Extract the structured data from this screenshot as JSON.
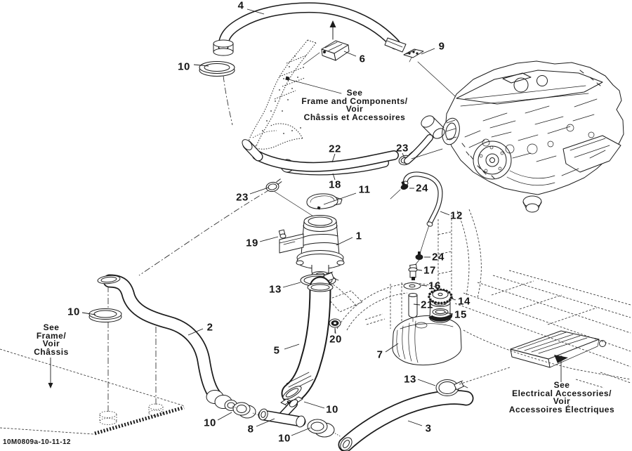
{
  "diagram": {
    "code": "10M0809a-10-11-12",
    "background_color": "#ffffff",
    "line_color": "#1c1c1c",
    "text_color": "#151515"
  },
  "notes": {
    "frame_components": {
      "lines": [
        "See",
        "Frame and Components/",
        "Voir",
        "Châssis et Accessoires"
      ]
    },
    "frame": {
      "lines": [
        "See",
        "Frame/",
        "Voir",
        "Châssis"
      ]
    },
    "electrical": {
      "lines": [
        "See",
        "Electrical Accessories/",
        "Voir",
        "Accessoires Électriques"
      ]
    }
  },
  "callouts": [
    {
      "label": "4"
    },
    {
      "label": "10"
    },
    {
      "label": "6"
    },
    {
      "label": "9"
    },
    {
      "label": "22"
    },
    {
      "label": "23"
    },
    {
      "label": "18"
    },
    {
      "label": "11"
    },
    {
      "label": "23"
    },
    {
      "label": "24"
    },
    {
      "label": "12"
    },
    {
      "label": "1"
    },
    {
      "label": "19"
    },
    {
      "label": "24"
    },
    {
      "label": "17"
    },
    {
      "label": "16"
    },
    {
      "label": "13"
    },
    {
      "label": "14"
    },
    {
      "label": "21"
    },
    {
      "label": "15"
    },
    {
      "label": "10"
    },
    {
      "label": "2"
    },
    {
      "label": "5"
    },
    {
      "label": "20"
    },
    {
      "label": "7"
    },
    {
      "label": "13"
    },
    {
      "label": "10"
    },
    {
      "label": "8"
    },
    {
      "label": "10"
    },
    {
      "label": "10"
    },
    {
      "label": "3"
    }
  ]
}
